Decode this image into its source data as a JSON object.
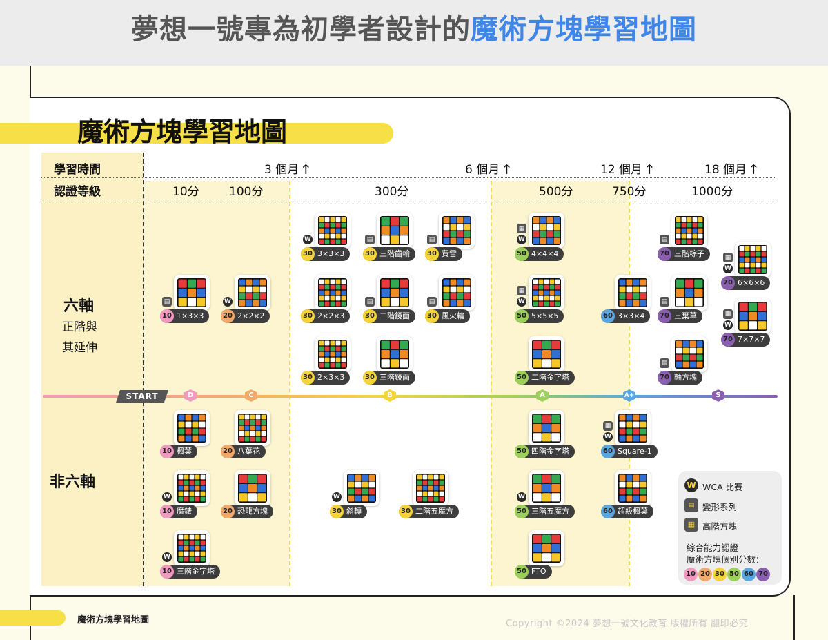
{
  "headline": {
    "prefix": "夢想一號專為初學者設計的",
    "highlight": "魔術方塊學習地圖"
  },
  "map_title": "魔術方塊學習地圖",
  "row_labels": {
    "time": "學習時間",
    "level": "認證等級"
  },
  "time_marks": [
    "3 個月",
    "6 個月",
    "12 個月",
    "18 個月"
  ],
  "level_marks": [
    "10分",
    "100分",
    "300分",
    "500分",
    "750分",
    "1000分"
  ],
  "categories": {
    "six_axis_line1": "六軸",
    "six_axis_line2": "正階與",
    "six_axis_line3": "其延伸",
    "non_six_axis": "非六軸"
  },
  "track": {
    "start": "START",
    "grades": [
      "D",
      "C",
      "B",
      "A",
      "A+",
      "S"
    ]
  },
  "score_colors": {
    "10": "#f09ac0",
    "20": "#f2a96a",
    "30": "#f5d43a",
    "50": "#9cd05b",
    "60": "#5aa7e0",
    "70": "#8a5fb0"
  },
  "items": [
    {
      "score": "10",
      "name": "1×3×3",
      "tag": "var"
    },
    {
      "score": "20",
      "name": "2×2×2",
      "tag": "W"
    },
    {
      "score": "30",
      "name": "3×3×3",
      "tag": "W"
    },
    {
      "score": "30",
      "name": "三階齒輪",
      "tag": "var"
    },
    {
      "score": "30",
      "name": "費雪",
      "tag": "var"
    },
    {
      "score": "30",
      "name": "2×2×3",
      "tag": ""
    },
    {
      "score": "30",
      "name": "二階鏡面",
      "tag": "var"
    },
    {
      "score": "30",
      "name": "風火輪",
      "tag": "var"
    },
    {
      "score": "30",
      "name": "2×3×3",
      "tag": ""
    },
    {
      "score": "30",
      "name": "三階鏡面",
      "tag": ""
    },
    {
      "score": "50",
      "name": "4×4×4",
      "tag": "W+"
    },
    {
      "score": "50",
      "name": "5×5×5",
      "tag": "W+"
    },
    {
      "score": "50",
      "name": "二階金字塔",
      "tag": ""
    },
    {
      "score": "60",
      "name": "3×3×4",
      "tag": ""
    },
    {
      "score": "70",
      "name": "三階粽子",
      "tag": "var"
    },
    {
      "score": "70",
      "name": "三葉草",
      "tag": "var"
    },
    {
      "score": "70",
      "name": "軸方塊",
      "tag": "var"
    },
    {
      "score": "70",
      "name": "6×6×6",
      "tag": "W+"
    },
    {
      "score": "70",
      "name": "7×7×7",
      "tag": "W+"
    },
    {
      "score": "10",
      "name": "楓葉",
      "tag": ""
    },
    {
      "score": "20",
      "name": "八葉花",
      "tag": ""
    },
    {
      "score": "50",
      "name": "四階金字塔",
      "tag": ""
    },
    {
      "score": "60",
      "name": "Square-1",
      "tag": "W+"
    },
    {
      "score": "10",
      "name": "魔錶",
      "tag": "W"
    },
    {
      "score": "20",
      "name": "恐龍方塊",
      "tag": ""
    },
    {
      "score": "30",
      "name": "斜轉",
      "tag": "W"
    },
    {
      "score": "30",
      "name": "二階五魔方",
      "tag": ""
    },
    {
      "score": "50",
      "name": "三階五魔方",
      "tag": "W"
    },
    {
      "score": "60",
      "name": "超級楓葉",
      "tag": ""
    },
    {
      "score": "10",
      "name": "三階金字塔",
      "tag": "W"
    },
    {
      "score": "50",
      "name": "FTO",
      "tag": ""
    }
  ],
  "legend": {
    "wca": "WCA 比賽",
    "variant": "變形系列",
    "high_order": "高階方塊",
    "note1": "綜合能力認證",
    "note2": "魔術方塊個別分數：",
    "scores": [
      "10",
      "20",
      "30",
      "50",
      "60",
      "70"
    ]
  },
  "footer": {
    "label": "魔術方塊學習地圖",
    "copyright": "Copyright ©2024 夢想一號文化教育 版權所有 翻印必究"
  }
}
